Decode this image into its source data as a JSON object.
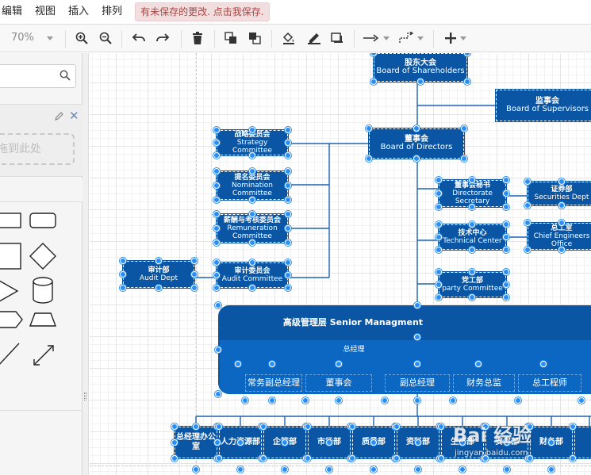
{
  "menu": {
    "items": [
      "编辑",
      "视图",
      "插入",
      "排列"
    ],
    "unsaved_notice": "有未保存的更改. 点击我保存."
  },
  "toolbar": {
    "zoom": "70%",
    "buttons": [
      "zoom-in-icon",
      "zoom-out-icon",
      "undo-icon",
      "redo-icon",
      "delete-icon",
      "to-front-icon",
      "to-back-icon",
      "fill-color-icon",
      "line-color-icon",
      "shadow-icon",
      "connection-icon",
      "waypoints-icon",
      "insert-icon"
    ]
  },
  "sidebar": {
    "search_placeholder": "",
    "drop_zone_text": "拖到此处"
  },
  "diagram": {
    "shareholders": {
      "cn": "股东大会",
      "en": "Board of Shareholders"
    },
    "supervisors": {
      "cn": "监事会",
      "en": "Board of Supervisors"
    },
    "directors": {
      "cn": "董事会",
      "en": "Board of Directors"
    },
    "strategy": {
      "cn": "战略委员会",
      "en": "Strategy Committee"
    },
    "nomination": {
      "cn": "提名委员会",
      "en": "Nomination",
      "en2": "Committee"
    },
    "remuneration": {
      "cn": "薪酬与考核委员会",
      "en": "Remuneration",
      "en2": "Committee"
    },
    "audit_committee": {
      "cn": "审计委员会",
      "en": "Audit Committee"
    },
    "audit_dept": {
      "cn": "审计部",
      "en": "Audit Dept"
    },
    "secretary": {
      "cn": "董事会秘书",
      "en": "Directorate",
      "en2": "Secretary"
    },
    "securities": {
      "cn": "证券部",
      "en": "Securities Dept"
    },
    "tech_center": {
      "cn": "技术中心",
      "en": "Technical Center"
    },
    "chief_engineer": {
      "cn": "总工室",
      "en": "Chief Engineers",
      "en2": "Office"
    },
    "party": {
      "cn": "党工部",
      "en": "party Committee"
    },
    "management": {
      "title": "高级管理层   Senior Managment",
      "sub": "总经理"
    },
    "mgmt_items": [
      "常务副总经理",
      "董事会",
      "副总经理",
      "财务总监",
      "总工程师"
    ],
    "bottom_depts": [
      "总经理办公室",
      "人力资源部",
      "企管部",
      "市场部",
      "质量部",
      "资料部",
      "生产部",
      "安保部",
      "财务部",
      "工"
    ]
  },
  "watermark": {
    "text": "Bai 经验",
    "sub": "jingyan.baidu.com"
  }
}
